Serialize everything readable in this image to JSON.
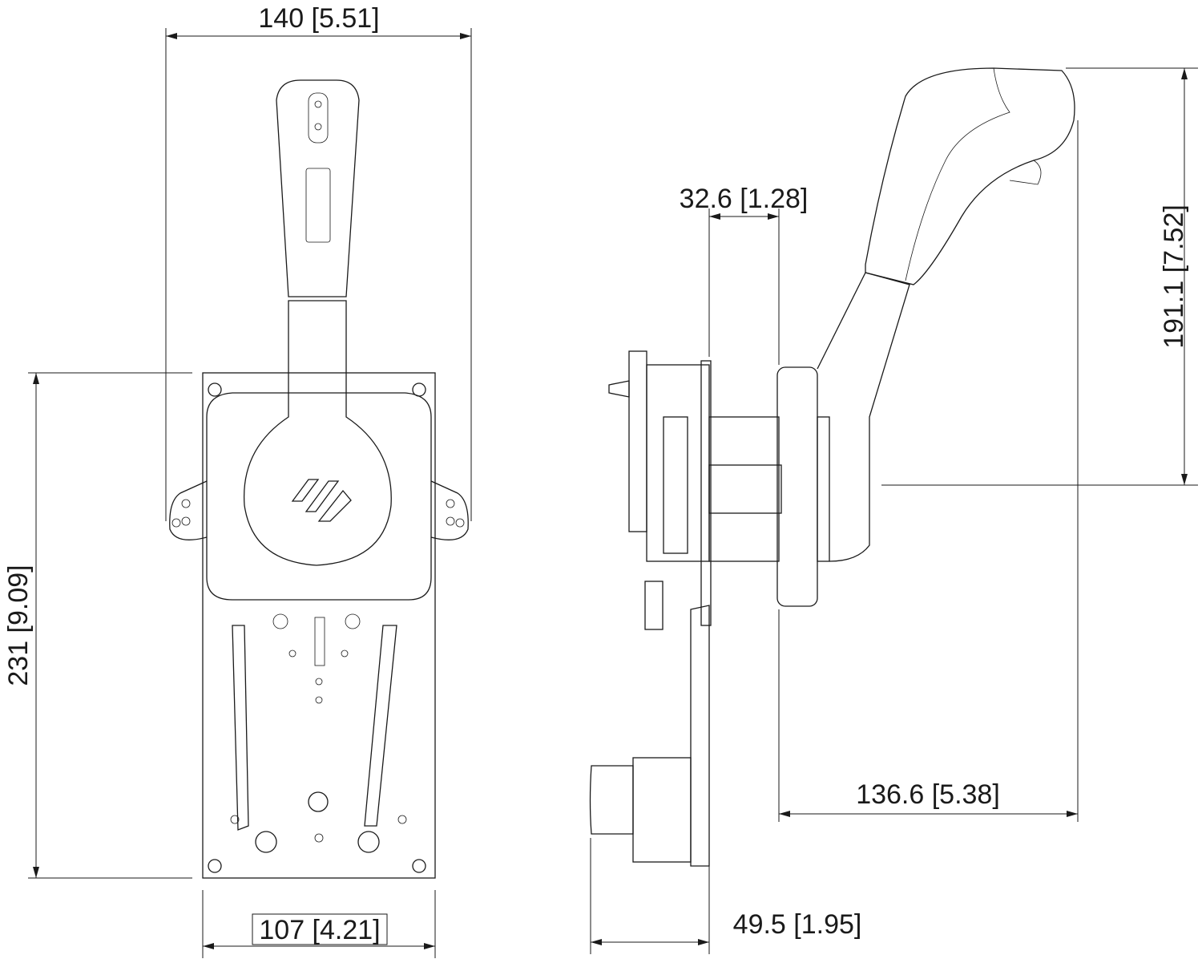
{
  "dimensions": {
    "overall_width": "140 [5.51]",
    "overall_height": "231 [9.09]",
    "base_width": "107 [4.21]",
    "mount_depth": "32.6 [1.28]",
    "handle_height": "191.1 [7.52]",
    "handle_reach": "136.6 [5.38]",
    "rear_depth": "49.5 [1.95]"
  }
}
